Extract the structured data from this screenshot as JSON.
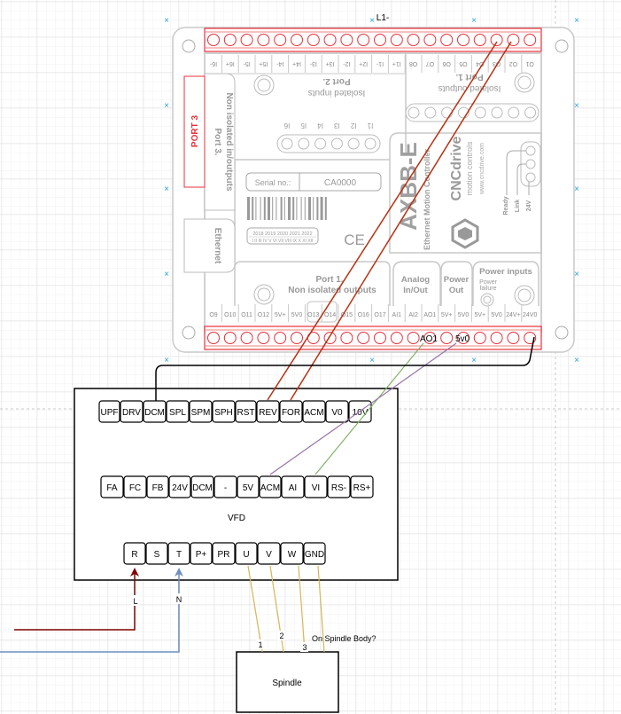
{
  "top_label": "L1-",
  "board": {
    "model": "AXBB-E",
    "subtitle": "Ethernet Motion Controller",
    "brand": "CNCdrive",
    "brand_tag": "motion controls",
    "website": "www.cncdrive.com",
    "serial_label": "Serial no.:",
    "serial_value": "CA0000",
    "years": "2018  2019  2020  2021  2022",
    "months": "I  II III  IV  V  VI  VII  VIII  IX  X  XI  XII",
    "ce_mark": "CE",
    "port3_highlight": "PORT 3",
    "port3_title": "Port 3.",
    "port3_sub": "Non isolated in/outputs",
    "ethernet": "Ethernet",
    "port2_title": "Port 2.",
    "port2_sub": "Isolated inputs",
    "port1_iso_title": "Port 1.",
    "port1_iso_sub": "Isolated outputs",
    "port1_title": "Port 1.",
    "port1_sub": "Non isolated outputs",
    "analog_title": "Analog In/Out",
    "power_out_title": "Power Out",
    "power_in_title": "Power inputs",
    "power_failure": "Power failure",
    "led_labels": [
      "Ready",
      "Link",
      "24V"
    ],
    "top_pins": [
      "I6-",
      "I6+",
      "I5-",
      "I5+",
      "I4-",
      "I4+",
      "I3-",
      "I3+",
      "I2-",
      "I2+",
      "I1-",
      "I1+",
      "O8",
      "O7",
      "O6",
      "O5",
      "O4",
      "O3",
      "O2",
      "O1"
    ],
    "port2_header_pins": [
      "I6",
      "I5",
      "I4",
      "I3",
      "I2",
      "I1"
    ],
    "bottom_pins": [
      "O9",
      "O10",
      "O11",
      "O12",
      "5V+",
      "5V0",
      "O13",
      "O14",
      "O15",
      "O16",
      "O17",
      "AI1",
      "AI2",
      "AO1",
      "5V+",
      "5V0",
      "5V+",
      "5V0",
      "24V+",
      "24V0"
    ],
    "bottom_wire_labels": [
      "AO1",
      "5v0"
    ]
  },
  "vfd": {
    "label": "VFD",
    "row1": [
      "UPF",
      "DRV",
      "DCM",
      "SPL",
      "SPM",
      "SPH",
      "RST",
      "REV",
      "FOR",
      "ACM",
      "V0",
      "10V"
    ],
    "row2": [
      "FA",
      "FC",
      "FB",
      "24V",
      "DCM",
      "-",
      "5V",
      "ACM",
      "AI",
      "VI",
      "RS-",
      "RS+"
    ],
    "row3": [
      "R",
      "S",
      "T",
      "P+",
      "PR",
      "U",
      "V",
      "W",
      "GND"
    ]
  },
  "spindle": {
    "label": "Spindle",
    "wire_labels": [
      "1",
      "2",
      "3"
    ],
    "body_note": "On Spindle Body?"
  },
  "mains": {
    "line_label": "L",
    "neutral_label": "N"
  },
  "colors": {
    "terminal_red": "#e8303a",
    "wire_red": "#b83010",
    "wire_green": "#82b366",
    "wire_purple": "#9673a6",
    "wire_gold": "#d6b656",
    "line_dark_red": "#7f0000",
    "neutral_blue": "#6c8ebf",
    "board_gray": "#9a9a9a"
  }
}
